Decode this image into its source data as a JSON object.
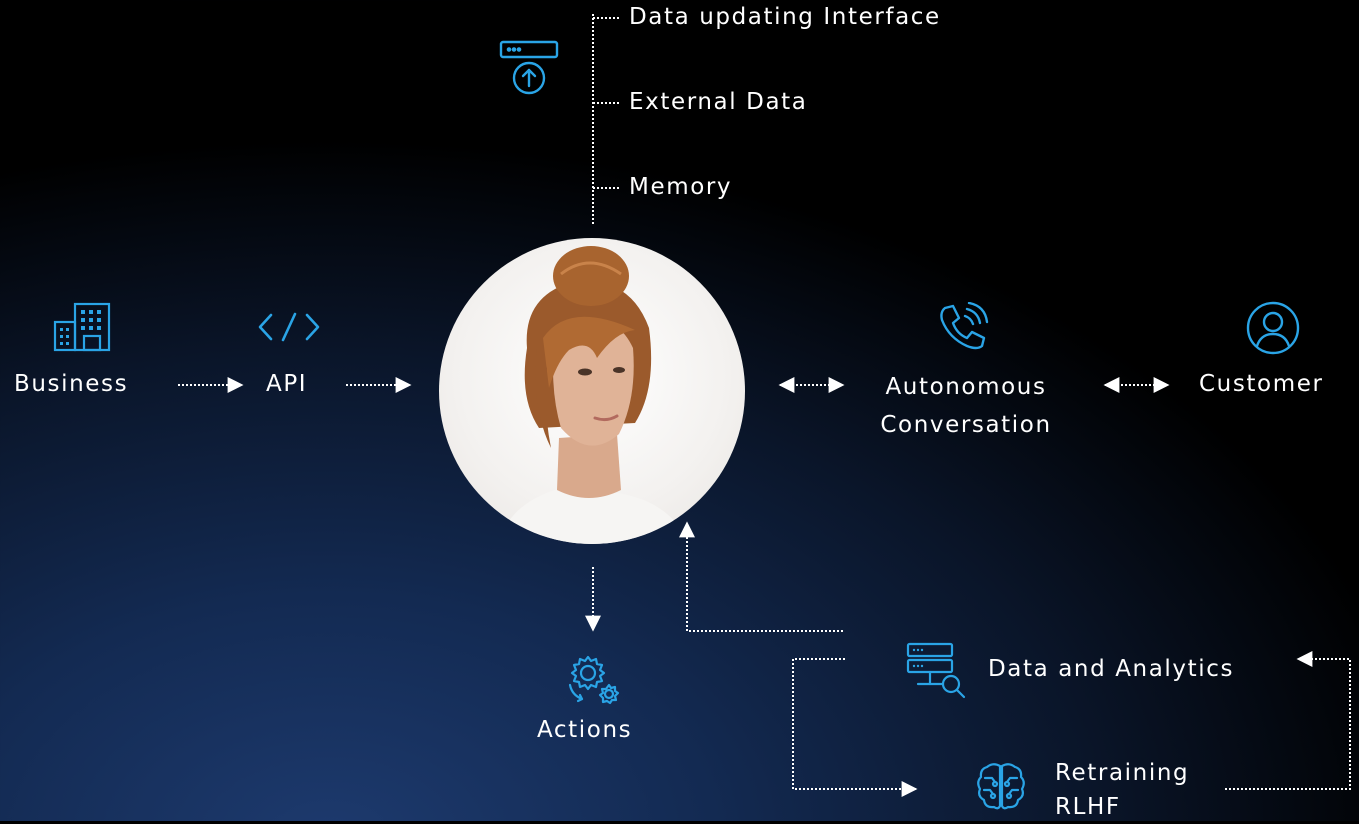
{
  "top_items": {
    "data_updating_interface": "Data updating Interface",
    "external_data": "External Data",
    "memory": "Memory"
  },
  "nodes": {
    "business": "Business",
    "api": "API",
    "autonomous_line1": "Autonomous",
    "autonomous_line2": "Conversation",
    "customer": "Customer",
    "actions": "Actions",
    "data_analytics": "Data and Analytics",
    "retraining_line1": "Retraining",
    "retraining_line2": "RLHF"
  },
  "colors": {
    "icon": "#2aa4e6",
    "text": "#ffffff",
    "connector": "#ffffff"
  },
  "icons": {
    "business": "building-icon",
    "api": "code-icon",
    "data_interface": "upload-server-icon",
    "conversation": "phone-call-icon",
    "customer": "user-icon",
    "actions": "gears-icon",
    "analytics": "server-search-icon",
    "retraining": "brain-circuit-icon"
  }
}
